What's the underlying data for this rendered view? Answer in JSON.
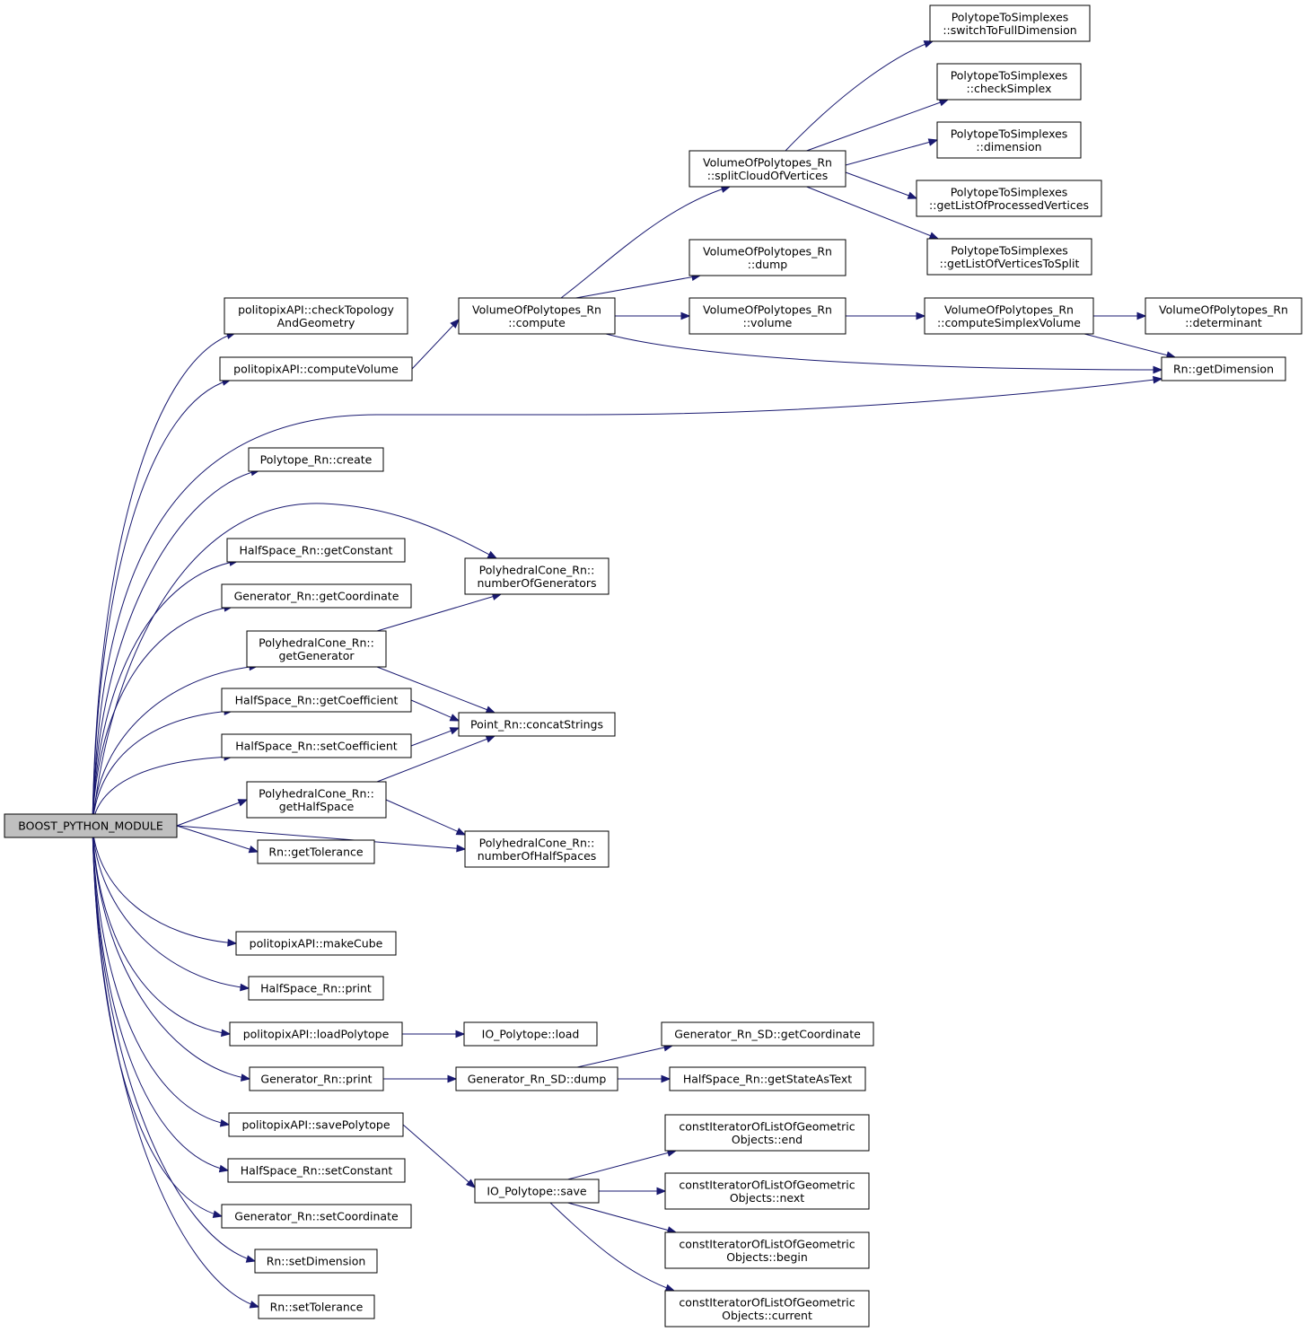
{
  "diagram": {
    "type": "call-graph",
    "colors": {
      "edge": "#191970",
      "root_fill": "#bfbfbf",
      "node_fill": "#ffffff",
      "border": "#000000"
    },
    "nodes": [
      {
        "id": "root",
        "lines": [
          "BOOST_PYTHON_MODULE"
        ],
        "root": true
      },
      {
        "id": "checkTopology",
        "lines": [
          "politopixAPI::checkTopology",
          "AndGeometry"
        ]
      },
      {
        "id": "computeVolume",
        "lines": [
          "politopixAPI::computeVolume"
        ]
      },
      {
        "id": "create",
        "lines": [
          "Polytope_Rn::create"
        ]
      },
      {
        "id": "getConstant",
        "lines": [
          "HalfSpace_Rn::getConstant"
        ]
      },
      {
        "id": "getCoordinate",
        "lines": [
          "Generator_Rn::getCoordinate"
        ]
      },
      {
        "id": "getGenerator",
        "lines": [
          "PolyhedralCone_Rn::",
          "getGenerator"
        ]
      },
      {
        "id": "getCoefficient",
        "lines": [
          "HalfSpace_Rn::getCoefficient"
        ]
      },
      {
        "id": "setCoefficient",
        "lines": [
          "HalfSpace_Rn::setCoefficient"
        ]
      },
      {
        "id": "getHalfSpace",
        "lines": [
          "PolyhedralCone_Rn::",
          "getHalfSpace"
        ]
      },
      {
        "id": "getTolerance",
        "lines": [
          "Rn::getTolerance"
        ]
      },
      {
        "id": "makeCube",
        "lines": [
          "politopixAPI::makeCube"
        ]
      },
      {
        "id": "hsPrint",
        "lines": [
          "HalfSpace_Rn::print"
        ]
      },
      {
        "id": "loadPolytope",
        "lines": [
          "politopixAPI::loadPolytope"
        ]
      },
      {
        "id": "genPrint",
        "lines": [
          "Generator_Rn::print"
        ]
      },
      {
        "id": "savePolytope",
        "lines": [
          "politopixAPI::savePolytope"
        ]
      },
      {
        "id": "setConstant",
        "lines": [
          "HalfSpace_Rn::setConstant"
        ]
      },
      {
        "id": "setCoordinate",
        "lines": [
          "Generator_Rn::setCoordinate"
        ]
      },
      {
        "id": "setDimension",
        "lines": [
          "Rn::setDimension"
        ]
      },
      {
        "id": "setTolerance",
        "lines": [
          "Rn::setTolerance"
        ]
      },
      {
        "id": "vopCompute",
        "lines": [
          "VolumeOfPolytopes_Rn",
          "::compute"
        ]
      },
      {
        "id": "numGenerators",
        "lines": [
          "PolyhedralCone_Rn::",
          "numberOfGenerators"
        ]
      },
      {
        "id": "concatStrings",
        "lines": [
          "Point_Rn::concatStrings"
        ]
      },
      {
        "id": "numHalfSpaces",
        "lines": [
          "PolyhedralCone_Rn::",
          "numberOfHalfSpaces"
        ]
      },
      {
        "id": "ioLoad",
        "lines": [
          "IO_Polytope::load"
        ]
      },
      {
        "id": "sdDump",
        "lines": [
          "Generator_Rn_SD::dump"
        ]
      },
      {
        "id": "ioSave",
        "lines": [
          "IO_Polytope::save"
        ]
      },
      {
        "id": "splitCloud",
        "lines": [
          "VolumeOfPolytopes_Rn",
          "::splitCloudOfVertices"
        ]
      },
      {
        "id": "vopDump",
        "lines": [
          "VolumeOfPolytopes_Rn",
          "::dump"
        ]
      },
      {
        "id": "vopVolume",
        "lines": [
          "VolumeOfPolytopes_Rn",
          "::volume"
        ]
      },
      {
        "id": "sdGetCoord",
        "lines": [
          "Generator_Rn_SD::getCoordinate"
        ]
      },
      {
        "id": "getStateAsText",
        "lines": [
          "HalfSpace_Rn::getStateAsText"
        ]
      },
      {
        "id": "itEnd",
        "lines": [
          "constIteratorOfListOfGeometric",
          "Objects::end"
        ]
      },
      {
        "id": "itNext",
        "lines": [
          "constIteratorOfListOfGeometric",
          "Objects::next"
        ]
      },
      {
        "id": "itBegin",
        "lines": [
          "constIteratorOfListOfGeometric",
          "Objects::begin"
        ]
      },
      {
        "id": "itCurrent",
        "lines": [
          "constIteratorOfListOfGeometric",
          "Objects::current"
        ]
      },
      {
        "id": "switchFull",
        "lines": [
          "PolytopeToSimplexes",
          "::switchToFullDimension"
        ]
      },
      {
        "id": "checkSimplex",
        "lines": [
          "PolytopeToSimplexes",
          "::checkSimplex"
        ]
      },
      {
        "id": "ptsDimension",
        "lines": [
          "PolytopeToSimplexes",
          "::dimension"
        ]
      },
      {
        "id": "getProcessed",
        "lines": [
          "PolytopeToSimplexes",
          "::getListOfProcessedVertices"
        ]
      },
      {
        "id": "getToSplit",
        "lines": [
          "PolytopeToSimplexes",
          "::getListOfVerticesToSplit"
        ]
      },
      {
        "id": "computeSimplex",
        "lines": [
          "VolumeOfPolytopes_Rn",
          "::computeSimplexVolume"
        ]
      },
      {
        "id": "getDimension",
        "lines": [
          "Rn::getDimension"
        ]
      },
      {
        "id": "determinant",
        "lines": [
          "VolumeOfPolytopes_Rn",
          "::determinant"
        ]
      }
    ],
    "edges": [
      [
        "root",
        "checkTopology"
      ],
      [
        "root",
        "computeVolume"
      ],
      [
        "root",
        "getDimension"
      ],
      [
        "root",
        "create"
      ],
      [
        "root",
        "numGenerators"
      ],
      [
        "root",
        "getConstant"
      ],
      [
        "root",
        "getCoordinate"
      ],
      [
        "root",
        "getGenerator"
      ],
      [
        "root",
        "getCoefficient"
      ],
      [
        "root",
        "setCoefficient"
      ],
      [
        "root",
        "getHalfSpace"
      ],
      [
        "root",
        "getTolerance"
      ],
      [
        "root",
        "numHalfSpaces"
      ],
      [
        "root",
        "makeCube"
      ],
      [
        "root",
        "hsPrint"
      ],
      [
        "root",
        "loadPolytope"
      ],
      [
        "root",
        "genPrint"
      ],
      [
        "root",
        "savePolytope"
      ],
      [
        "root",
        "setConstant"
      ],
      [
        "root",
        "setCoordinate"
      ],
      [
        "root",
        "setDimension"
      ],
      [
        "root",
        "setTolerance"
      ],
      [
        "computeVolume",
        "vopCompute"
      ],
      [
        "vopCompute",
        "splitCloud"
      ],
      [
        "vopCompute",
        "vopDump"
      ],
      [
        "vopCompute",
        "vopVolume"
      ],
      [
        "vopCompute",
        "getDimension"
      ],
      [
        "splitCloud",
        "switchFull"
      ],
      [
        "splitCloud",
        "checkSimplex"
      ],
      [
        "splitCloud",
        "ptsDimension"
      ],
      [
        "splitCloud",
        "getProcessed"
      ],
      [
        "splitCloud",
        "getToSplit"
      ],
      [
        "vopVolume",
        "computeSimplex"
      ],
      [
        "computeSimplex",
        "determinant"
      ],
      [
        "computeSimplex",
        "getDimension"
      ],
      [
        "getGenerator",
        "numGenerators"
      ],
      [
        "getGenerator",
        "concatStrings"
      ],
      [
        "getCoefficient",
        "concatStrings"
      ],
      [
        "setCoefficient",
        "concatStrings"
      ],
      [
        "getHalfSpace",
        "concatStrings"
      ],
      [
        "getHalfSpace",
        "numHalfSpaces"
      ],
      [
        "loadPolytope",
        "ioLoad"
      ],
      [
        "genPrint",
        "sdDump"
      ],
      [
        "sdDump",
        "sdGetCoord"
      ],
      [
        "sdDump",
        "getStateAsText"
      ],
      [
        "savePolytope",
        "ioSave"
      ],
      [
        "ioSave",
        "itEnd"
      ],
      [
        "ioSave",
        "itNext"
      ],
      [
        "ioSave",
        "itBegin"
      ],
      [
        "ioSave",
        "itCurrent"
      ]
    ]
  }
}
